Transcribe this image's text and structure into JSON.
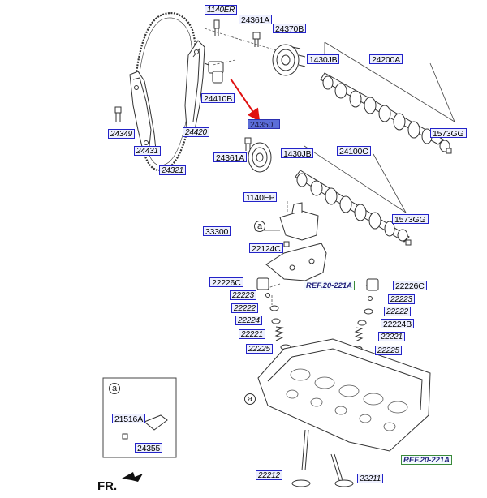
{
  "labels": {
    "l1140er_top": "1140ER",
    "l24361a_top": "24361A",
    "l24370b": "24370B",
    "l1430jb_top": "1430JB",
    "l24200a": "24200A",
    "l24410b": "24410B",
    "l24349": "24349",
    "l24420": "24420",
    "l24431": "24431",
    "l24321": "24321",
    "l24350": "24350",
    "l1573gg_top": "1573GG",
    "l24361a_mid": "24361A",
    "l1430jb_mid": "1430JB",
    "l24100c": "24100C",
    "l1140ep": "1140EP",
    "l1573gg_mid": "1573GG",
    "l33300": "33300",
    "l22124c": "22124C",
    "l22226c_left": "22226C",
    "l22226c_right": "22226C",
    "l22223_left": "22223",
    "l22223_right": "22223",
    "l22222_left": "22222",
    "l22222_right": "22222",
    "l22224_left": "22224",
    "l22224b": "22224B",
    "l22221_left": "22221",
    "l22221_right": "22221",
    "l22225_left": "22225",
    "l22225_right": "22225",
    "l21516a": "21516A",
    "l24355": "24355",
    "l22212": "22212",
    "l22211": "22211"
  },
  "refs": {
    "ref_mid": "REF.20-221A",
    "ref_bottom": "REF.20-221A"
  },
  "markers": {
    "circle_a": "a",
    "circle_a2": "a",
    "circle_a3": "a"
  },
  "fr_label": "FR.",
  "colors": {
    "label_border": "#2323c8",
    "label_fill": "#eef0ff",
    "highlight_fill": "#5b6dd8",
    "callout_arrow": "#e01010"
  }
}
